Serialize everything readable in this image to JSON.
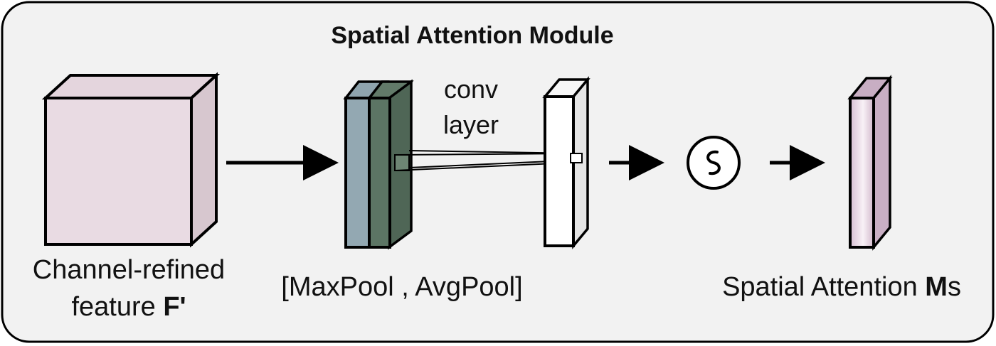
{
  "title": "Spatial Attention Module",
  "input_label": {
    "line1": "Channel-refined",
    "line2_text": "feature ",
    "line2_symbol": "F'"
  },
  "pool_label": "[MaxPool , AvgPool]",
  "conv_label": {
    "line1": "conv",
    "line2": "layer"
  },
  "sigmoid_symbol": "~",
  "output_label": {
    "text": "Spatial Attention ",
    "symbol": "M",
    "subscript": "s"
  },
  "colors": {
    "input_front": "#e9dbe3",
    "input_side": "#d7c7cf",
    "input_top": "#e4d5dd",
    "maxpool_front": "#93a8b2",
    "avgpool_front": "#5c7564",
    "avgpool_top": "#627a69",
    "conv_front": "#ffffff",
    "conv_side": "#e5e5e5",
    "output_front": "#dcc7d8",
    "output_side": "#c9afc4",
    "stroke": "#000000"
  }
}
